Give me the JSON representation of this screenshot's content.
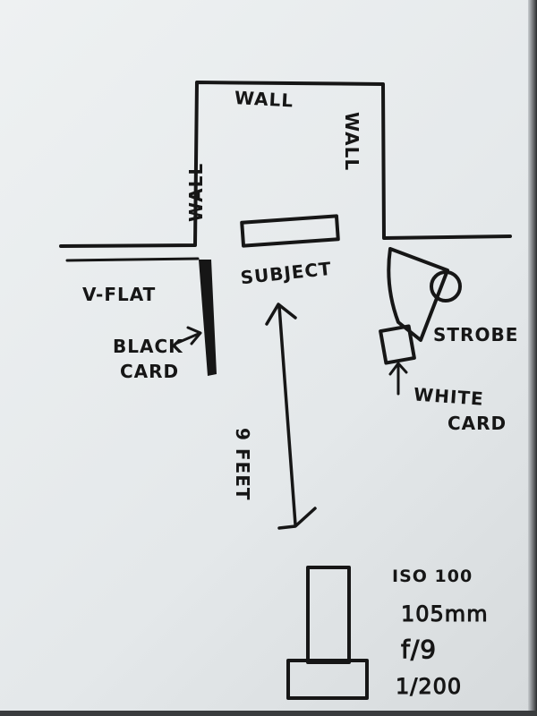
{
  "labels": {
    "wall_top": "WALL",
    "wall_left": "WALL",
    "wall_right": "WALL",
    "subject": "SUBJECT",
    "v_flat": "V-FLAT",
    "black_card_1": "BLACK",
    "black_card_2": "CARD",
    "strobe": "STROBE",
    "white_card_1": "WHITE",
    "white_card_2": "CARD",
    "distance": "9 FEET"
  },
  "camera_settings": {
    "iso": "ISO 100",
    "focal_length": "105mm",
    "aperture": "f/9",
    "shutter": "1/200"
  }
}
